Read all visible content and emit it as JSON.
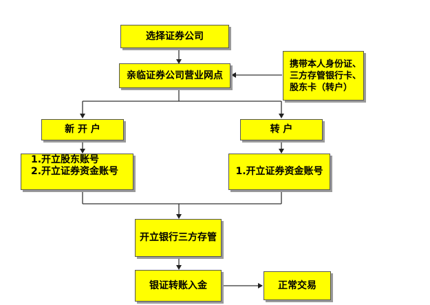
{
  "flow": {
    "step1": "选择证券公司",
    "step2": "亲临证券公司营业网点",
    "documents": [
      "携带本人身份证、",
      "三方存管银行卡、",
      "股东卡（转户）"
    ],
    "new_account": {
      "title": "新 开 户",
      "steps": [
        "1.开立股东账号",
        "2.开立证券资金账号"
      ]
    },
    "transfer": {
      "title": "转 户",
      "steps": [
        "1.开立证券资金账号"
      ]
    },
    "bank_custody": "开立银行三方存管",
    "deposit": "银证转账入金",
    "trade": "正常交易"
  }
}
